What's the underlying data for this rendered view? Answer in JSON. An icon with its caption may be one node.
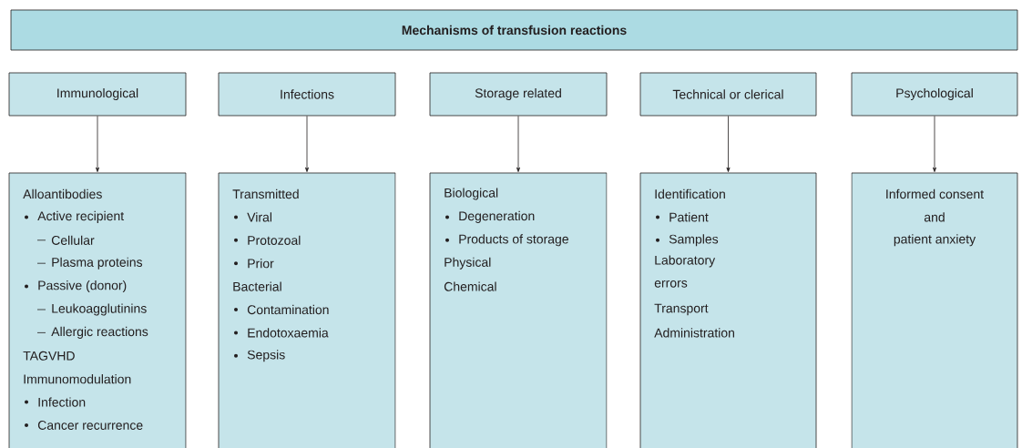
{
  "diagram": {
    "nodes": [
      {
        "text": [
          "Mechanisms of transfusion reactions"
        ]
      },
      {
        "text": [
          "Immunological"
        ]
      },
      {
        "text": [
          "Infections"
        ]
      },
      {
        "text": [
          "Storage related"
        ]
      },
      {
        "text": [
          "Technical or clerical"
        ]
      },
      {
        "text": [
          "Psychological"
        ]
      },
      {
        "text": [
          "Alloantibodies",
          "Active recipient",
          "Cellular",
          "Plasma proteins",
          "Passive (donor)",
          "Leukoagglutinins",
          "Allergic reactions",
          "TAGVHD",
          "Immunomodulation",
          "Infection",
          "Cancer recurrence"
        ]
      },
      {
        "text": [
          "Transmitted",
          "Viral",
          "Protozoal",
          "Prior",
          "Bacterial",
          "Contamination",
          "Endotoxaemia",
          "Sepsis"
        ]
      },
      {
        "text": [
          "Biological",
          "Degeneration",
          "Products of storage",
          "Physical",
          "Chemical"
        ]
      },
      {
        "text": [
          "Identification",
          "Patient",
          "Samples",
          "Laboratory errors",
          "Transport",
          "Administration"
        ]
      },
      {
        "text": [
          "Informed consent",
          "and",
          "patient anxiety"
        ]
      }
    ],
    "edges": [
      {
        "from": 1,
        "to": 6,
        "arrow": "to"
      },
      {
        "from": 2,
        "to": 7,
        "arrow": "to"
      },
      {
        "from": 3,
        "to": 8,
        "arrow": "to"
      },
      {
        "from": 4,
        "to": 9,
        "arrow": "to"
      },
      {
        "from": 5,
        "to": 10,
        "arrow": "to"
      }
    ]
  }
}
